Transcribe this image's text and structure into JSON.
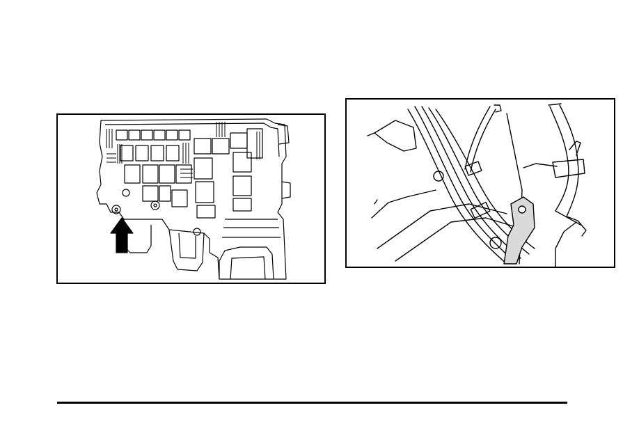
{
  "page": {
    "background": "#ffffff",
    "line_color": "#000000"
  },
  "figures": [
    {
      "id": "fuse-block-illustration",
      "icon": "underhood-fuse-block-with-arrow"
    },
    {
      "id": "engine-harness-illustration",
      "icon": "engine-wiring-harness-with-hoses"
    }
  ]
}
